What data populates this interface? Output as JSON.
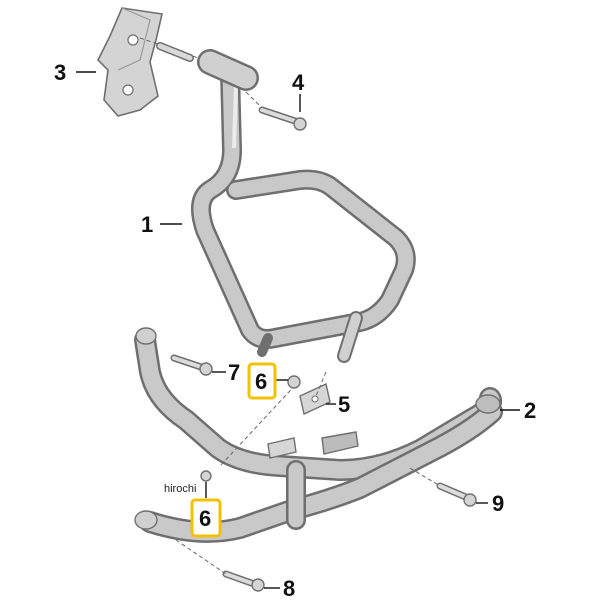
{
  "callouts": {
    "c1": "1",
    "c2": "2",
    "c3": "3",
    "c4": "4",
    "c5": "5",
    "c6a": "6",
    "c6b": "6",
    "c7": "7",
    "c8": "8",
    "c9": "9"
  },
  "watermark": "hirochi",
  "colors": {
    "highlight": "#f2c200",
    "tube": "#c9c9c9",
    "tube_outline": "#6f6f6f"
  }
}
